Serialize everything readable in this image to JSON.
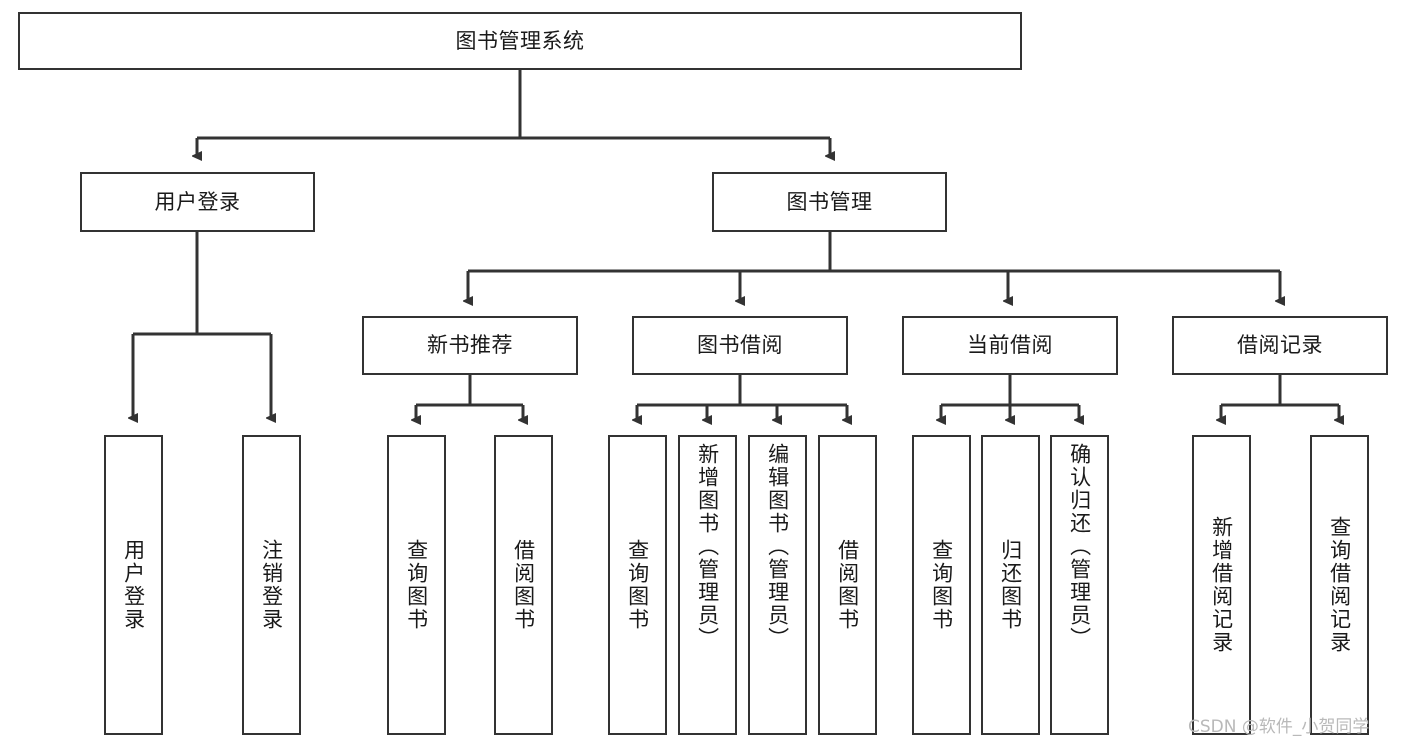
{
  "diagram": {
    "type": "tree-hierarchy-chart",
    "title": "图书管理系统",
    "orientation": "top-down",
    "colors": {
      "box_border": "#333333",
      "box_fill": "#ffffff",
      "connector": "#333333",
      "text": "#1a1a1a",
      "watermark": "#b9b9b9",
      "background": "#ffffff"
    },
    "root": {
      "label": "图书管理系统"
    },
    "level2": [
      {
        "label": "用户登录"
      },
      {
        "label": "图书管理"
      }
    ],
    "level3": [
      {
        "label": "新书推荐"
      },
      {
        "label": "图书借阅"
      },
      {
        "label": "当前借阅"
      },
      {
        "label": "借阅记录"
      }
    ],
    "leaves": {
      "user_login": [
        {
          "label": "用户登录"
        },
        {
          "label": "注销登录"
        }
      ],
      "new_book_recommend": [
        {
          "label": "查询图书"
        },
        {
          "label": "借阅图书"
        }
      ],
      "book_borrow": [
        {
          "label": "查询图书"
        },
        {
          "label": "新增图书（管理员）"
        },
        {
          "label": "编辑图书（管理员）"
        },
        {
          "label": "借阅图书"
        }
      ],
      "current_borrow": [
        {
          "label": "查询图书"
        },
        {
          "label": "归还图书"
        },
        {
          "label": "确认归还（管理员）"
        }
      ],
      "borrow_record": [
        {
          "label": "新增借阅记录"
        },
        {
          "label": "查询借阅记录"
        }
      ]
    }
  },
  "watermark": {
    "text": "CSDN @软件_小贺同学"
  }
}
